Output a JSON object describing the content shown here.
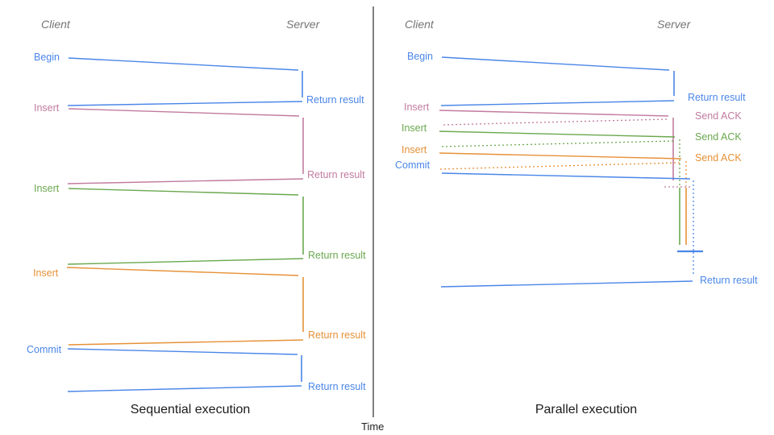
{
  "palette": {
    "blue": "#4a86e8",
    "pink": "#c27ba0",
    "green": "#6aa84f",
    "orange": "#e69138",
    "axis": "#4a4a4a",
    "header_gray": "#757575",
    "title_black": "#1b1b1b"
  },
  "left": {
    "title": "Sequential execution",
    "client_header": "Client",
    "server_header": "Server",
    "rows": [
      {
        "request": "Begin",
        "response": "Return result",
        "color": "#4a86e8"
      },
      {
        "request": "Insert",
        "response": "Return result",
        "color": "#c27ba0"
      },
      {
        "request": "Insert",
        "response": "Return result",
        "color": "#6aa84f"
      },
      {
        "request": "Insert",
        "response": "Return result",
        "color": "#e69138"
      },
      {
        "request": "Commit",
        "response": "Return result",
        "color": "#4a86e8"
      }
    ]
  },
  "right": {
    "title": "Parallel execution",
    "client_header": "Client",
    "server_header": "Server",
    "rows": [
      {
        "request": "Begin",
        "response": "Return result",
        "color": "#4a86e8"
      },
      {
        "request": "Insert",
        "response": "Send ACK",
        "color": "#c27ba0"
      },
      {
        "request": "Insert",
        "response": "Send ACK",
        "color": "#6aa84f"
      },
      {
        "request": "Insert",
        "response": "Send ACK",
        "color": "#e69138"
      },
      {
        "request": "Commit",
        "response": "Return result",
        "color": "#4a86e8"
      }
    ]
  },
  "time_axis": {
    "label": "Time"
  }
}
